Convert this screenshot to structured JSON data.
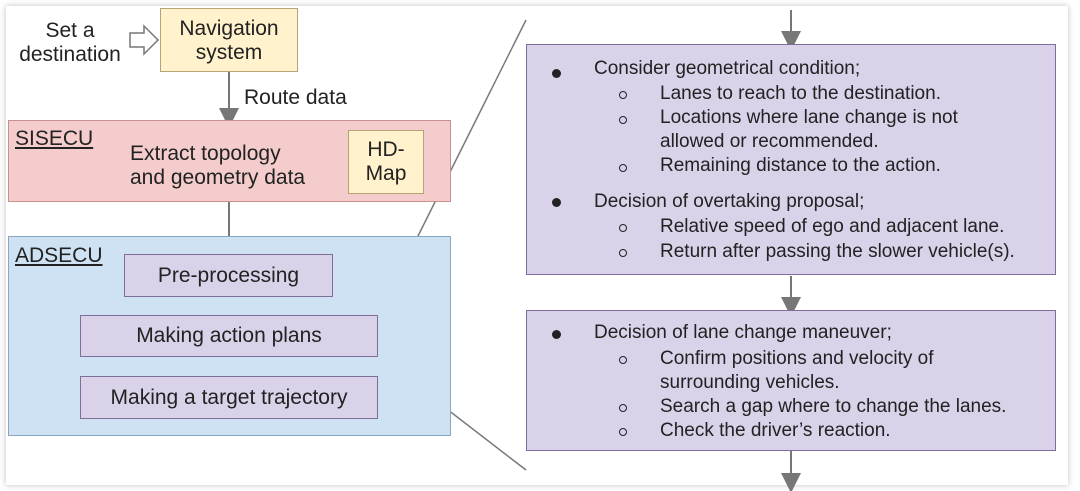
{
  "left": {
    "set_destination": [
      "Set a",
      "destination"
    ],
    "navigation": [
      "Navigation",
      "system"
    ],
    "route_data": "Route data",
    "sisecu": {
      "title": "SISECU",
      "text": [
        "Extract topology",
        "and geometry data"
      ],
      "hdmap": [
        "HD-",
        "Map"
      ]
    },
    "adsecu": {
      "title": "ADSECU",
      "steps": [
        "Pre-processing",
        "Making action plans",
        "Making a target trajectory"
      ]
    }
  },
  "right": {
    "box1": {
      "b1": "Consider geometrical condition;",
      "b1_sub": [
        "Lanes to reach to the destination.",
        "Locations where lane change is not",
        "allowed or recommended.",
        "Remaining distance to the action."
      ],
      "b2": "Decision of overtaking proposal;",
      "b2_sub": [
        "Relative speed of ego and adjacent lane.",
        "Return after passing the slower vehicle(s)."
      ]
    },
    "box2": {
      "b1": "Decision of lane change maneuver;",
      "b1_sub": [
        "Confirm positions and velocity of",
        "surrounding vehicles.",
        "Search a gap where to change the lanes.",
        "Check the driver’s reaction."
      ]
    }
  }
}
